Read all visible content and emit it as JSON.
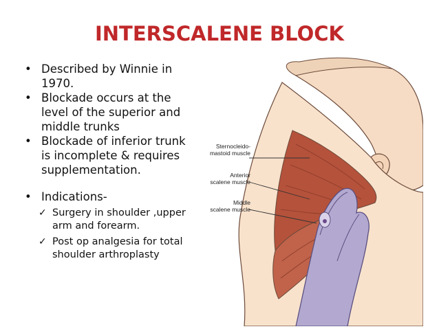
{
  "title": "INTERSCALENE BLOCK",
  "bullets": [
    {
      "lines": [
        "Described by Winnie in",
        "1970."
      ]
    },
    {
      "lines": [
        "Blockade occurs at the",
        "level of the superior and",
        "middle trunks"
      ]
    },
    {
      "lines": [
        "Blockade of inferior trunk",
        "is incomplete & requires",
        "supplementation."
      ]
    }
  ],
  "indications": {
    "label": "Indications-",
    "items": [
      {
        "lines": [
          "Surgery in shoulder ,upper",
          "arm and forearm."
        ]
      },
      {
        "lines": [
          "Post op analgesia for total",
          "shoulder arthroplasty"
        ]
      }
    ]
  },
  "figure": {
    "labels": {
      "sternocleido": [
        "Sternocleido-",
        "mastoid muscle"
      ],
      "anterior": [
        "Anterior",
        "scalene muscle"
      ],
      "middle": [
        "Middle",
        "scalene muscle"
      ]
    },
    "colors": {
      "skin": "#f6dcc4",
      "muscle": "#b5523b",
      "glove": "#b3a9d0",
      "outline": "#6b4a3a"
    }
  }
}
